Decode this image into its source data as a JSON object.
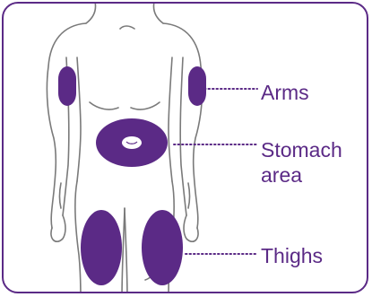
{
  "colors": {
    "accent": "#5b2a86",
    "outline": "#7a7a7a",
    "background": "#ffffff"
  },
  "labels": {
    "arms": "Arms",
    "stomach_line1": "Stomach",
    "stomach_line2": "area",
    "thighs": "Thighs"
  }
}
